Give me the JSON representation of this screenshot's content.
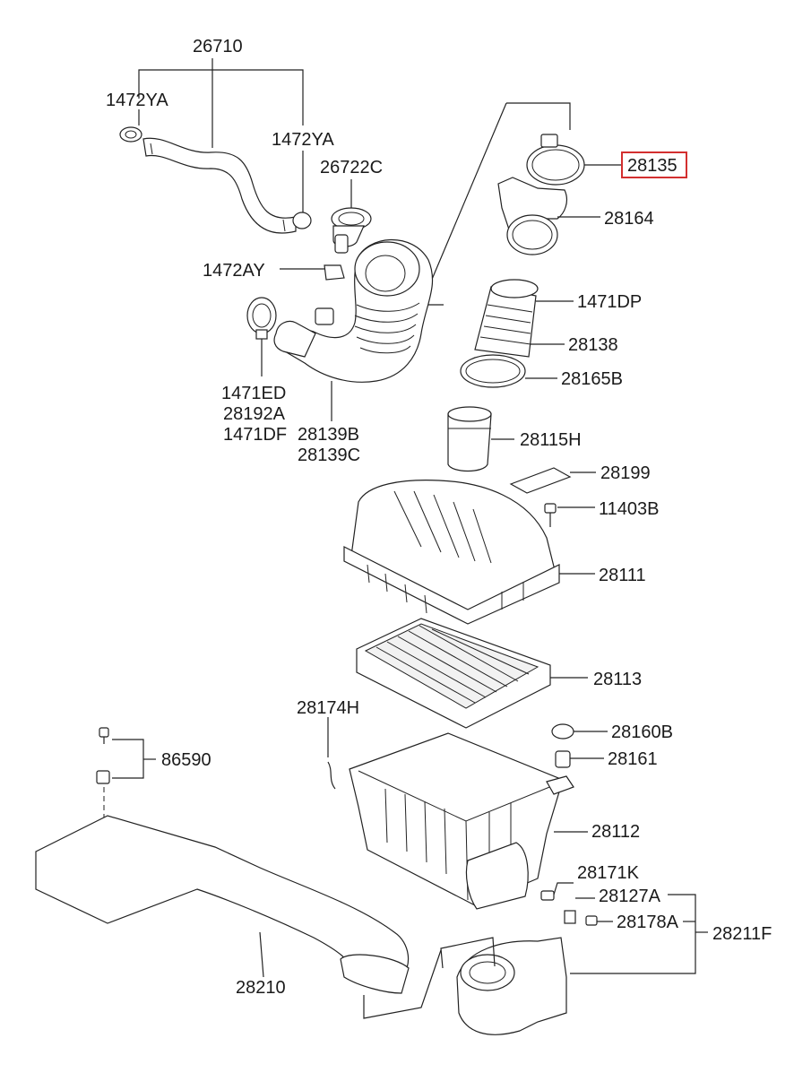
{
  "colors": {
    "line": "#222222",
    "highlight": "#d32f2f",
    "background": "#ffffff"
  },
  "labels": {
    "p26710": "26710",
    "p1472YA_left": "1472YA",
    "p1472YA_right": "1472YA",
    "p26722C": "26722C",
    "p1472AY": "1472AY",
    "p1471ED": "1471ED",
    "p28192A": "28192A",
    "p1471DF": "1471DF",
    "p28139B": "28139B",
    "p28139C": "28139C",
    "p28135": "28135",
    "p28164": "28164",
    "p1471DP": "1471DP",
    "p28138": "28138",
    "p28165B": "28165B",
    "p28115H": "28115H",
    "p28199": "28199",
    "p11403B": "11403B",
    "p28111": "28111",
    "p28113": "28113",
    "p28174H": "28174H",
    "p28160B": "28160B",
    "p28161": "28161",
    "p86590": "86590",
    "p28112": "28112",
    "p28171K": "28171K",
    "p28127A": "28127A",
    "p28178A": "28178A",
    "p28211F": "28211F",
    "p28210": "28210"
  },
  "highlighted_part": "28135"
}
